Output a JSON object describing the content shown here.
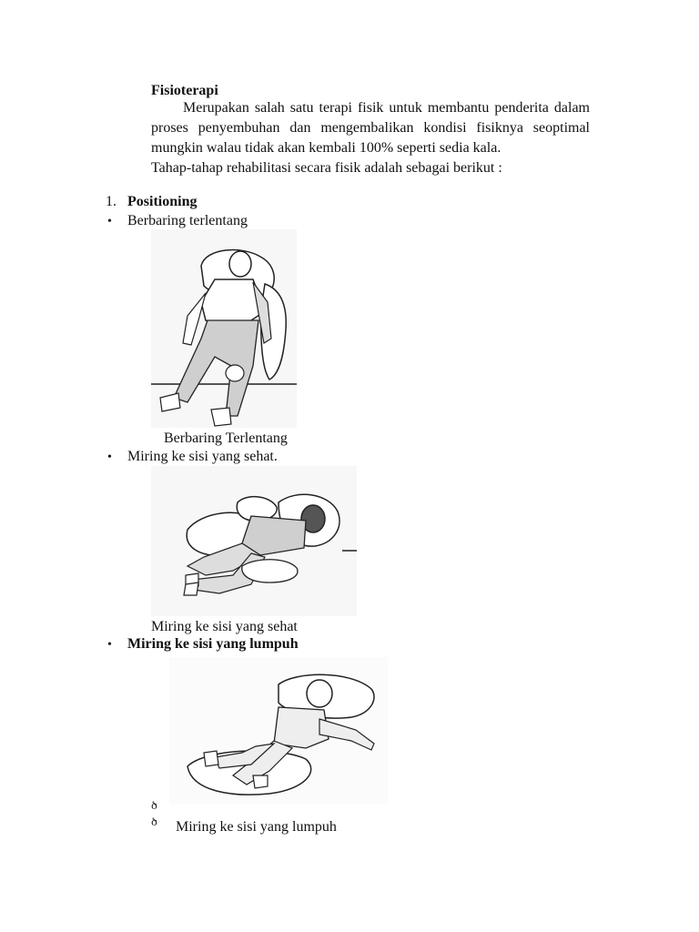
{
  "document": {
    "heading": "Fisioterapi",
    "intro_lines": [
      "Merupakan salah satu terapi fisik untuk membantu penderita dalam",
      "proses penyembuhan dan mengembalikan kondisi fisiknya seoptimal",
      "mungkin walau tidak akan kembali 100% seperti sedia kala."
    ],
    "stages_line": "Tahap-tahap rehabilitasi secara fisik adalah sebagai berikut :",
    "section": {
      "number": "1.",
      "title": "Positioning"
    },
    "bullet_glyph": "•",
    "items": [
      {
        "label": "Berbaring terlentang",
        "caption": "Berbaring Terlentang",
        "image": "supine-position-illustration"
      },
      {
        "label": "Miring ke sisi yang sehat.",
        "caption": "Miring ke sisi yang sehat",
        "image": "side-lying-healthy-side-illustration"
      },
      {
        "label": "Miring ke sisi yang lumpuh",
        "caption": "Miring ke sisi yang lumpuh",
        "image": "side-lying-paralyzed-side-illustration"
      }
    ],
    "caption_marks": [
      "ծ",
      "ծ"
    ]
  }
}
